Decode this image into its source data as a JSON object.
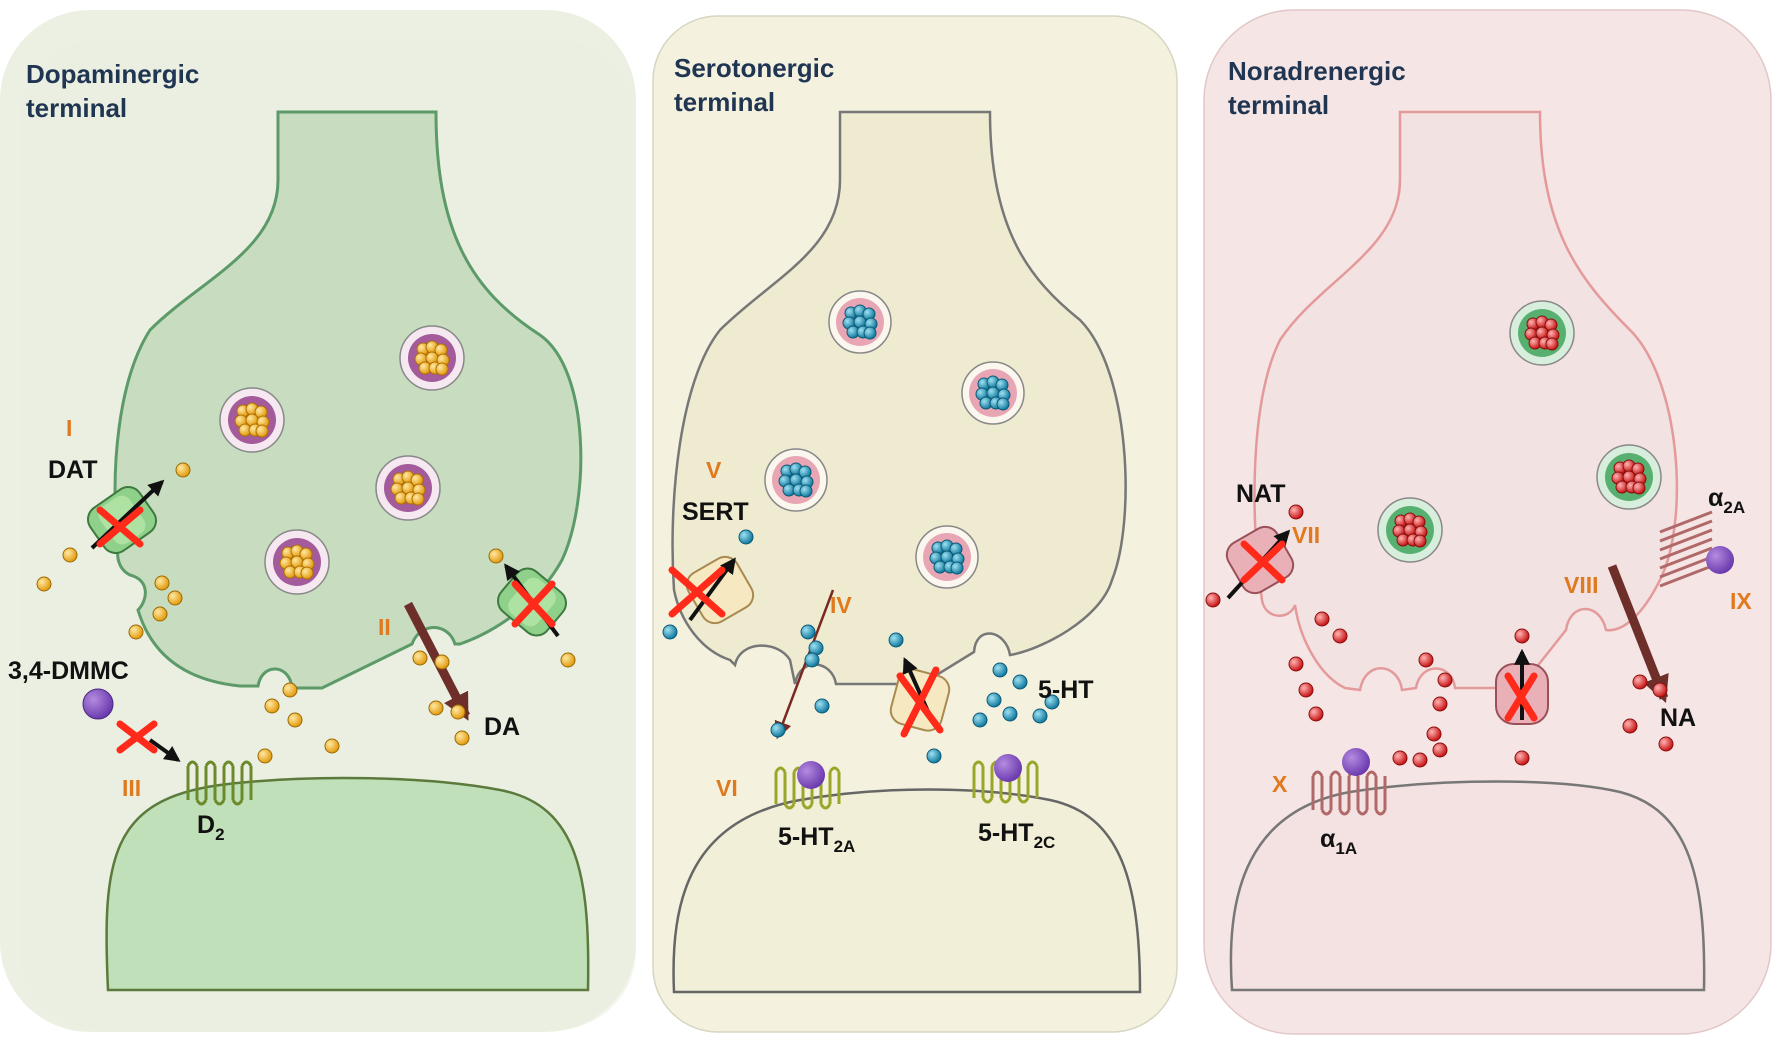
{
  "panels": [
    {
      "id": "dopa",
      "title_line1": "Dopaminergic",
      "title_line2": "terminal",
      "transporter": "DAT",
      "drug": "3,4-DMMC",
      "neurotransmitter": "DA",
      "receptor": {
        "base": "D",
        "subscript": "2"
      },
      "mechanisms": [
        "I",
        "II",
        "III"
      ],
      "colors": {
        "panel": "#ecf0e3",
        "cell": "#c8dcc0",
        "cell_stroke": "#5c9a68",
        "post": "#bfe0b8",
        "post_stroke": "#5b7a3c",
        "vesicle": "#a45b9c",
        "particle": "#f0b429"
      }
    },
    {
      "id": "sero",
      "title_line1": "Serotonergic",
      "title_line2": "terminal",
      "transporter": "SERT",
      "neurotransmitter": "5-HT",
      "receptor_a": {
        "base": "5-HT",
        "subscript": "2A"
      },
      "receptor_c": {
        "base": "5-HT",
        "subscript": "2C"
      },
      "mechanisms": [
        "IV",
        "V",
        "VI"
      ],
      "colors": {
        "panel": "#f4f2df",
        "cell": "#eeebd1",
        "cell_stroke": "#777777",
        "vesicle": "#e8a6b4",
        "particle": "#1f8fb4"
      }
    },
    {
      "id": "nora",
      "title_line1": "Noradrenergic",
      "title_line2": "terminal",
      "transporter": "NAT",
      "neurotransmitter": "NA",
      "receptor_a": {
        "base": "α",
        "subscript": "2A"
      },
      "receptor_b": {
        "base": "α",
        "subscript": "1A"
      },
      "mechanisms": [
        "VII",
        "VIII",
        "IX",
        "X"
      ],
      "colors": {
        "panel": "#f5e5e5",
        "cell": "#f3e2e2",
        "cell_stroke": "#e49a9a",
        "vesicle": "#58b070",
        "particle": "#e02424"
      }
    }
  ]
}
